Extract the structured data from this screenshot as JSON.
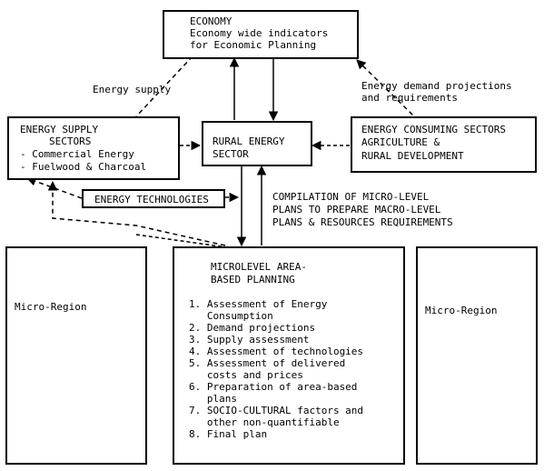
{
  "economy": {
    "title": "ECONOMY",
    "line1": "Economy wide indicators",
    "line2": "for Economic Planning"
  },
  "labels": {
    "energy_supply": "Energy supply",
    "demand_line1": "Energy demand projections",
    "demand_line2": "and requirements",
    "compilation_line1": "COMPILATION OF MICRO-LEVEL",
    "compilation_line2": "PLANS TO PREPARE MACRO-LEVEL",
    "compilation_line3": "PLANS & RESOURCES REQUIREMENTS"
  },
  "supply_sectors": {
    "line1": "ENERGY SUPPLY",
    "line2": "SECTORS",
    "item1": "- Commercial Energy",
    "item2": "- Fuelwood & Charcoal"
  },
  "rural_sector": {
    "line1": "RURAL ENERGY",
    "line2": "SECTOR"
  },
  "consuming_sectors": {
    "line1": "ENERGY CONSUMING SECTORS",
    "line2": "AGRICULTURE &",
    "line3": "RURAL DEVELOPMENT"
  },
  "technologies": {
    "label": "ENERGY TECHNOLOGIES"
  },
  "micro_left": {
    "label": "Micro-Region"
  },
  "micro_right": {
    "label": "Micro-Region"
  },
  "planning": {
    "title1": "MICROLEVEL AREA-",
    "title2": "BASED PLANNING",
    "steps": [
      "1. Assessment of Energy",
      "   Consumption",
      "2. Demand projections",
      "3. Supply assessment",
      "4. Assessment of technologies",
      "5. Assessment of delivered",
      "   costs and prices",
      "6. Preparation of area-based",
      "   plans",
      "7. SOCIO-CULTURAL factors and",
      "   other non-quantifiable",
      "8. Final plan"
    ]
  }
}
